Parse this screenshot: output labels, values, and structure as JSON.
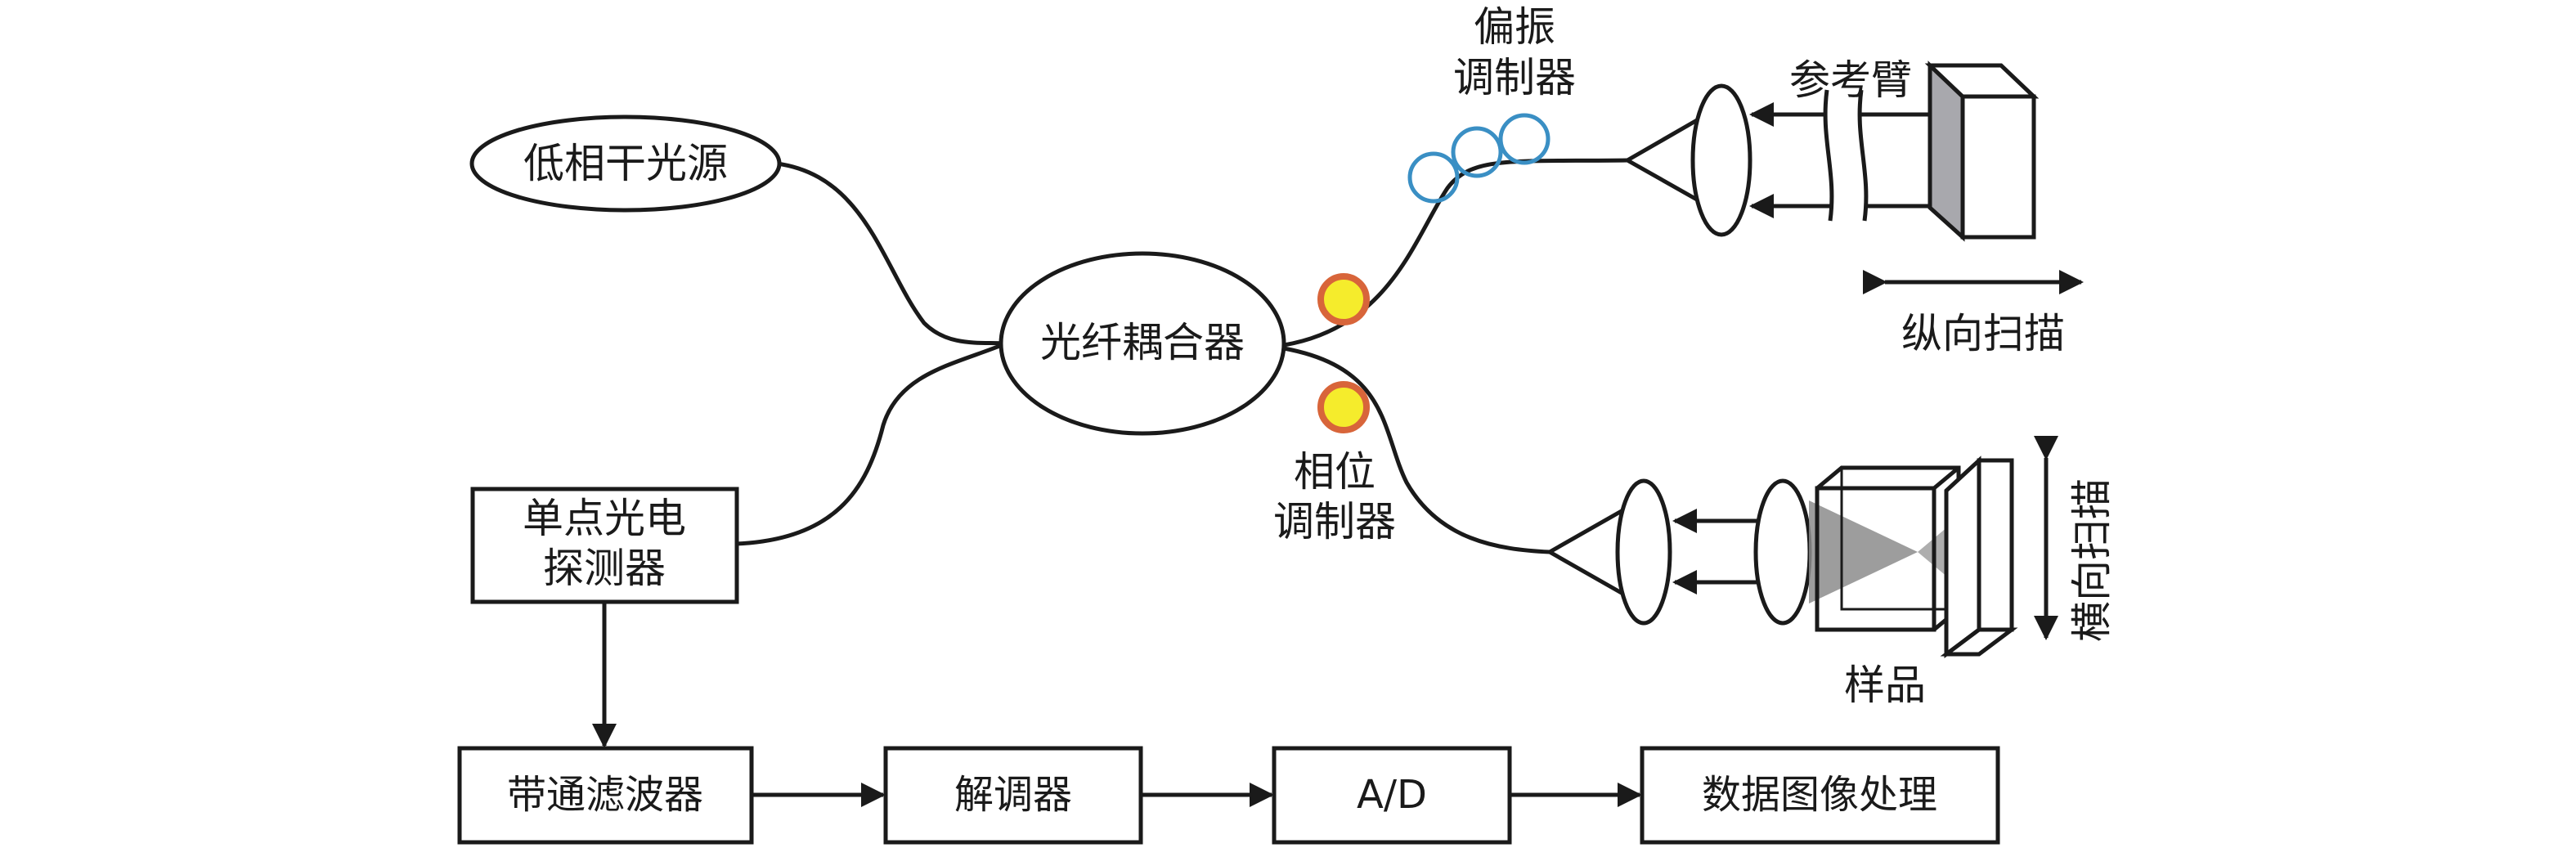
{
  "labels": {
    "light_source": "低相干光源",
    "coupler": "光纤耦合器",
    "detector_line1": "单点光电",
    "detector_line2": "探测器",
    "pol_mod_line1": "偏振",
    "pol_mod_line2": "调制器",
    "phase_mod_line1": "相位",
    "phase_mod_line2": "调制器",
    "reference_arm": "参考臂",
    "axial_scan": "纵向扫描",
    "lateral_scan": "横向扫描",
    "sample": "样品",
    "bandpass_filter": "带通滤波器",
    "demodulator": "解调器",
    "adc": "A/D",
    "data_processing": "数据图像处理"
  },
  "colors": {
    "line": "#1a1a1a",
    "polarization_ring": "#3a8fc4",
    "phase_fill": "#f5ec2c",
    "phase_ring": "#d8653a",
    "mirror_fill": "#a8a8ad",
    "beam_fill": "#8c8c8c"
  }
}
